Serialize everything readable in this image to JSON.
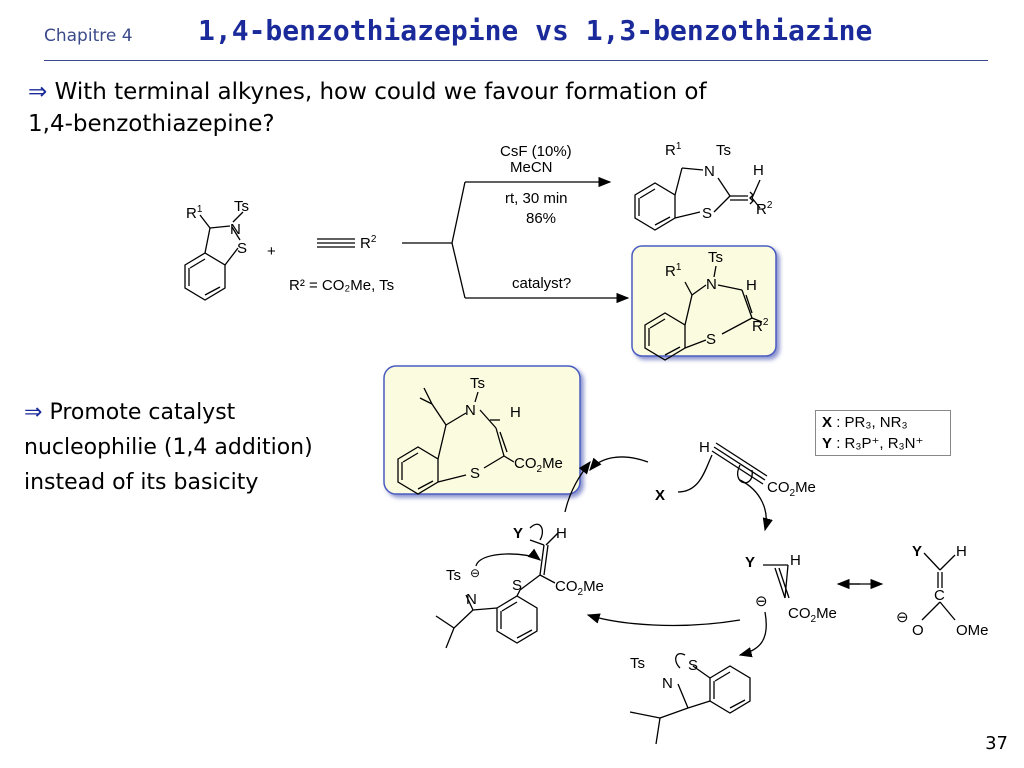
{
  "header": {
    "chapter": "Chapitre 4",
    "title": "1,4-benzothiazepine vs 1,3-benzothiazine"
  },
  "question": {
    "arrow": "⇒",
    "line1": "With terminal alkynes, how could we favour formation of",
    "line2": "1,4-benzothiazepine?"
  },
  "answer": {
    "arrow": "⇒",
    "line1": "Promote catalyst",
    "line2": "nucleophilie (1,4 addition)",
    "line3": "instead of its basicity"
  },
  "scheme": {
    "reagent_top_1": "CsF (10%)",
    "reagent_top_2": "MeCN",
    "cond_top_1": "rt, 30 min",
    "cond_top_2": "86%",
    "reagent_bottom": "catalyst?",
    "r2_definition": "R² = CO₂Me, Ts",
    "plus": "+"
  },
  "legend": {
    "x_label": "X",
    "x_value": ": PR₃, NR₃",
    "y_label": "Y",
    "y_value": ": R₃P⁺, R₃N⁺"
  },
  "colors": {
    "title": "#1a2a9a",
    "highlight_fill": "#fbfbe0",
    "highlight_border": "#4a5cc0"
  },
  "page_number": "37"
}
